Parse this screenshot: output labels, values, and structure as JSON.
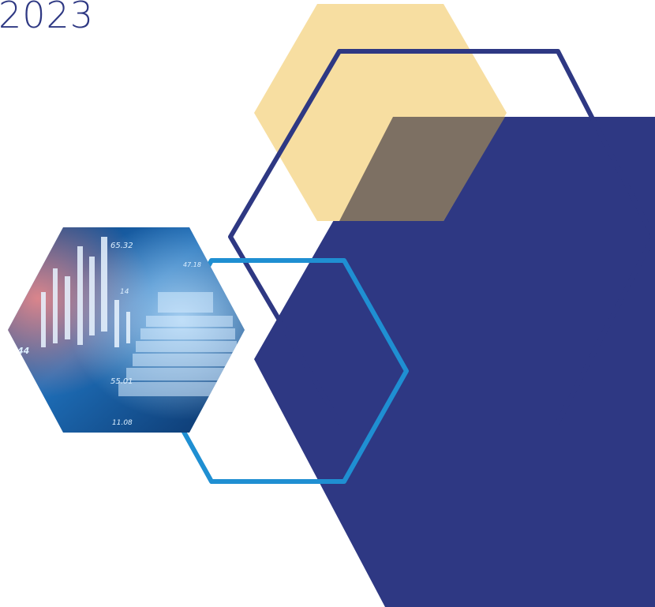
{
  "cover": {
    "year": "2023"
  },
  "photo": {
    "tick_labels": [
      "65.32",
      "14",
      "47.18",
      "55.01",
      "44",
      "11.08"
    ]
  },
  "colors": {
    "navy": "#2e3883",
    "gold": "#f7dea1",
    "blue_outline": "#1f8fd2",
    "text": "#2e3883"
  }
}
